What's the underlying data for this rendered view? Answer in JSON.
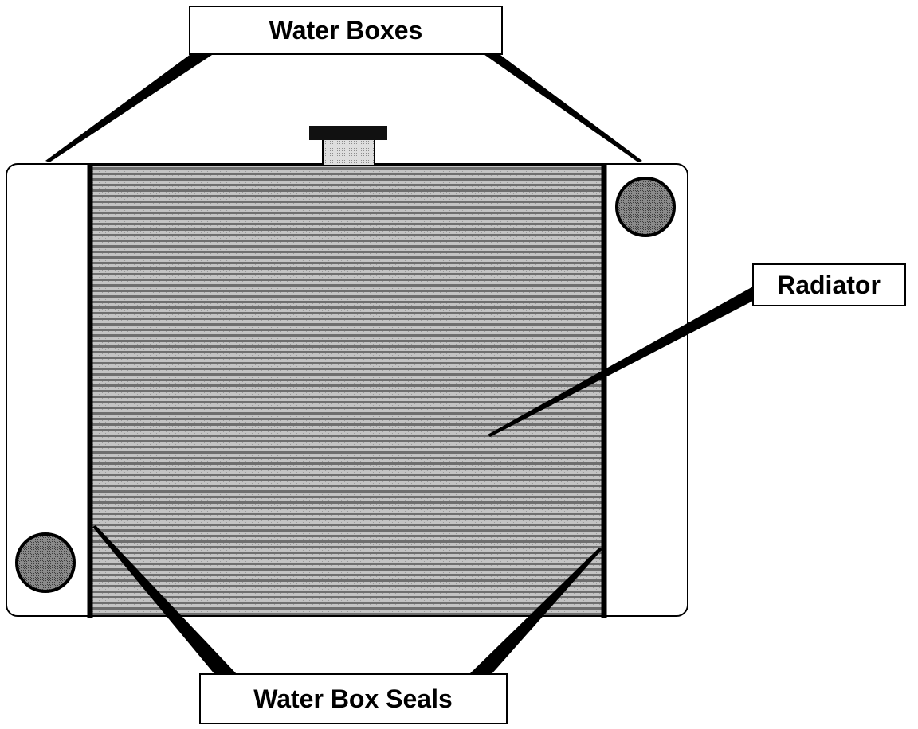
{
  "labels": {
    "water_boxes": "Water Boxes",
    "radiator": "Radiator",
    "water_box_seals": "Water Box Seals"
  },
  "colors": {
    "background": "#ffffff",
    "outline": "#000000",
    "core_fill": "#b8b8b8",
    "fin_line": "#555555",
    "hose_fill": "#777777",
    "cap_neck": "#cfcfcf",
    "cap_top": "#111111"
  },
  "icons": {
    "upper_hose": "circle-port",
    "lower_hose": "circle-port",
    "filler_cap": "cap-shape"
  }
}
